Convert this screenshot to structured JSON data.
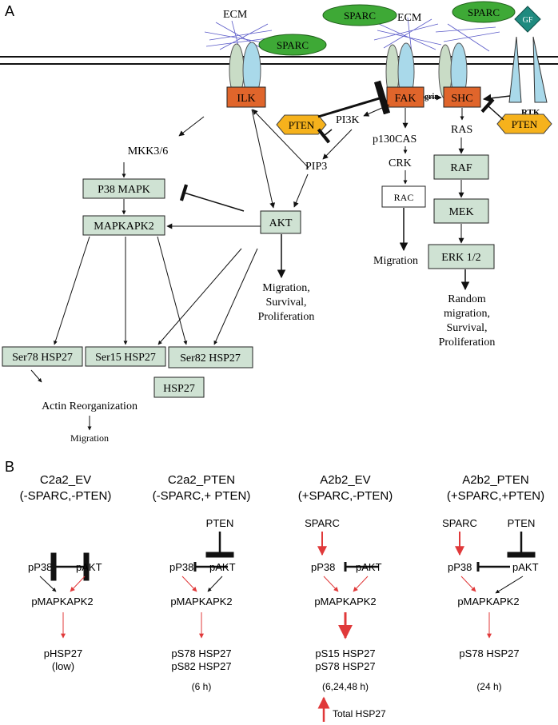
{
  "panelA": {
    "label": "A",
    "ecm": "ECM",
    "sparc": "SPARC",
    "gf": "GF",
    "rtk": "RTK",
    "integrin": "integrin",
    "ilk": "ILK",
    "fak": "FAK",
    "shc": "SHC",
    "pten": "PTEN",
    "pi3k": "PI3K",
    "pip3": "PIP3",
    "p130cas": "p130CAS",
    "crk": "CRK",
    "rac": "RAC",
    "migration": "Migration",
    "ras": "RAS",
    "raf": "RAF",
    "mek": "MEK",
    "erk": "ERK 1/2",
    "erk_out": [
      "Random",
      "migration,",
      "Survival,",
      "Proliferation"
    ],
    "mkk": "MKK3/6",
    "p38": "P38 MAPK",
    "mapkapk2": "MAPKAPK2",
    "akt": "AKT",
    "akt_out": [
      "Migration,",
      "Survival,",
      "Proliferation"
    ],
    "ser78": "Ser78 HSP27",
    "ser15": "Ser15 HSP27",
    "ser82": "Ser82 HSP27",
    "hsp27": "HSP27",
    "actin": "Actin Reorganization",
    "actin_migration": "Migration"
  },
  "panelB": {
    "label": "B",
    "columns": [
      {
        "title": "C2a2_EV",
        "subtitle": "(-SPARC,-PTEN)",
        "p38": "pP38",
        "akt": "pAKT",
        "mk2": "pMAPKAPK2",
        "out": [
          "pHSP27",
          "(low)"
        ]
      },
      {
        "title": "C2a2_PTEN",
        "subtitle": "(-SPARC,+ PTEN)",
        "pten": "PTEN",
        "p38": "pP38",
        "akt": "pAKT",
        "mk2": "pMAPKAPK2",
        "out": [
          "pS78 HSP27",
          "pS82 HSP27"
        ],
        "time": "(6 h)"
      },
      {
        "title": "A2b2_EV",
        "subtitle": "(+SPARC,-PTEN)",
        "sparc": "SPARC",
        "p38": "pP38",
        "akt": "pAKT",
        "mk2": "pMAPKAPK2",
        "out": [
          "pS15 HSP27",
          "pS78 HSP27"
        ],
        "time": "(6,24,48 h)",
        "total": "Total HSP27"
      },
      {
        "title": "A2b2_PTEN",
        "subtitle": "(+SPARC,+PTEN)",
        "sparc": "SPARC",
        "pten": "PTEN",
        "p38": "pP38",
        "akt": "pAKT",
        "mk2": "pMAPKAPK2",
        "out": [
          "pS78 HSP27"
        ],
        "time": "(24 h)"
      }
    ]
  },
  "colors": {
    "green_box": "#cfe2d3",
    "orange_box": "#e0652b",
    "pten_hex": "#f6b21c",
    "sparc_ellipse": "#3ea936",
    "integrin_blue": "#a9d9ea",
    "red_arrow": "#e0393a"
  }
}
